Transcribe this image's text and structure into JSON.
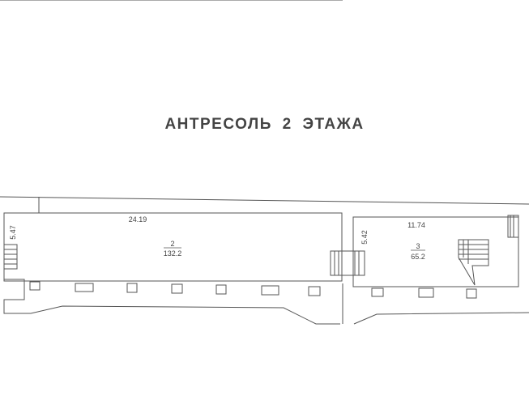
{
  "title": "АНТРЕСОЛЬ 2   ЭТАЖА",
  "rooms": [
    {
      "number": "2",
      "area": "132.2",
      "length": "24.19",
      "width": "5.47"
    },
    {
      "number": "3",
      "area": "65.2",
      "length": "11.74",
      "width": "5.42"
    }
  ]
}
